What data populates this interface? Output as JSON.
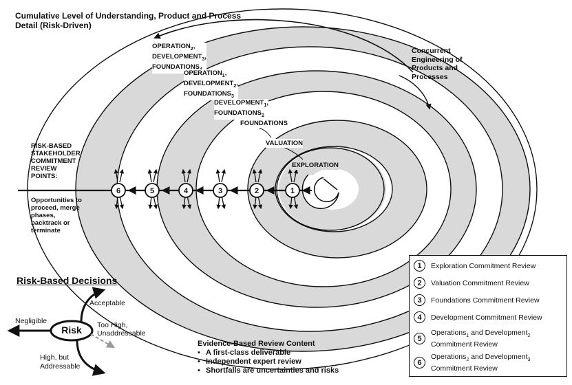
{
  "title": {
    "line1": "Cumulative Level of Understanding, Product and Process",
    "line2": "Detail (Risk-Driven)"
  },
  "concurrent": [
    "Concurrent",
    "Engineering of",
    "Products and",
    "Processes"
  ],
  "phases": {
    "op2": {
      "base": "OPERATION",
      "sub": "2"
    },
    "dev3": {
      "base": "DEVELOPMENT",
      "sub": "3"
    },
    "found4": {
      "base": "FOUNDATIONS",
      "sub": "4"
    },
    "op1": {
      "base": "OPERATION",
      "sub": "1"
    },
    "dev2": {
      "base": "DEVELOPMENT",
      "sub": "2"
    },
    "found3": {
      "base": "FOUNDATIONS",
      "sub": "3"
    },
    "dev1": {
      "base": "DEVELOPMENT",
      "sub": "1"
    },
    "found2": {
      "base": "FOUNDATIONS",
      "sub": "2"
    },
    "foundations": "FOUNDATIONS",
    "valuation": "VALUATION",
    "exploration": "EXPLORATION"
  },
  "review_points": {
    "heading": [
      "RISK-BASED",
      "STAKEHOLDER",
      "COMMITMENT",
      "REVIEW",
      "POINTS:"
    ],
    "opportunities": [
      "Opportunities to",
      "proceed, merge",
      "phases,",
      "backtrack or",
      "terminate"
    ],
    "numbers": [
      "1",
      "2",
      "3",
      "4",
      "5",
      "6"
    ]
  },
  "risk": {
    "heading": "Risk-Based Decisions",
    "center": "Risk",
    "negligible": "Negligible",
    "acceptable": "Acceptable",
    "too_high": [
      "Too High,",
      "Unaddressable"
    ],
    "high_but": [
      "High, but",
      "Addressable"
    ]
  },
  "evidence": {
    "heading": "Evidence-Based Review Content",
    "items": [
      "A first-class deliverable",
      "Independent expert review",
      "Shortfalls are uncertainties and risks"
    ]
  },
  "legend": [
    {
      "num": "1",
      "text": "Exploration Commitment Review"
    },
    {
      "num": "2",
      "text": "Valuation Commitment Review"
    },
    {
      "num": "3",
      "text": "Foundations Commitment Review"
    },
    {
      "num": "4",
      "text": "Development Commitment Review"
    },
    {
      "num": "5",
      "parts": [
        "Operations",
        "1",
        " and Development",
        "2"
      ],
      "line2": "Commitment Review"
    },
    {
      "num": "6",
      "parts": [
        "Operations",
        "2",
        " and Development",
        "3"
      ],
      "line2": "Commitment Review"
    }
  ],
  "colors": {
    "band": "#d9d9d9",
    "ink": "#111111",
    "dashed_arrow": "#9a9a9a"
  }
}
